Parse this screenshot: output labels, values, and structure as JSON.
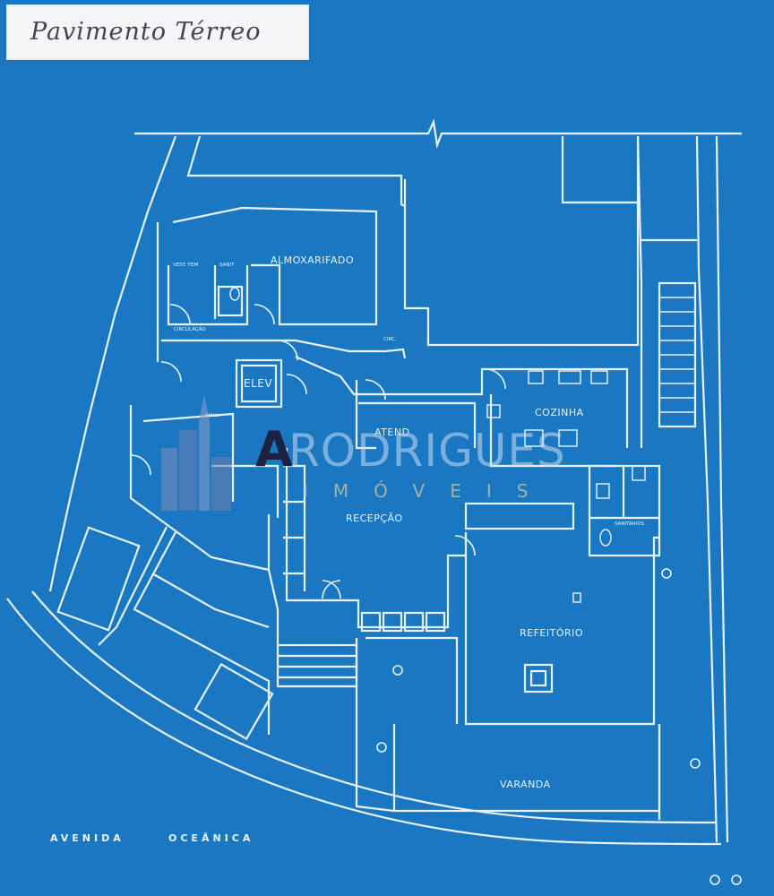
{
  "title": "Pavimento Térreo",
  "rooms": {
    "almoxarifado": "ALMOXARIFADO",
    "vest_fem": "VEST. FEM",
    "sanit": "SANIT",
    "circulacao": "CIRCULAÇÃO",
    "circ": "CIRC.",
    "elev": "ELEV",
    "hall": "HALL",
    "cozinha": "COZINHA",
    "sanitarios": "SANITÁRIOS",
    "recepcao": "RECEPÇÃO",
    "refeitorio": "REFEITÓRIO",
    "varanda": "VARANDA",
    "atend": "ATEND"
  },
  "street": {
    "word1": "AVENIDA",
    "word2": "OCEÂNICA"
  },
  "watermark": {
    "letter": "A",
    "brand": "RODRIGUES",
    "sub": "IMÓVEIS"
  },
  "colors": {
    "background": "#1a78c2",
    "lines": "#e8f2ff",
    "title_card": "#f4f5f7",
    "title_text": "#4a3f57"
  }
}
